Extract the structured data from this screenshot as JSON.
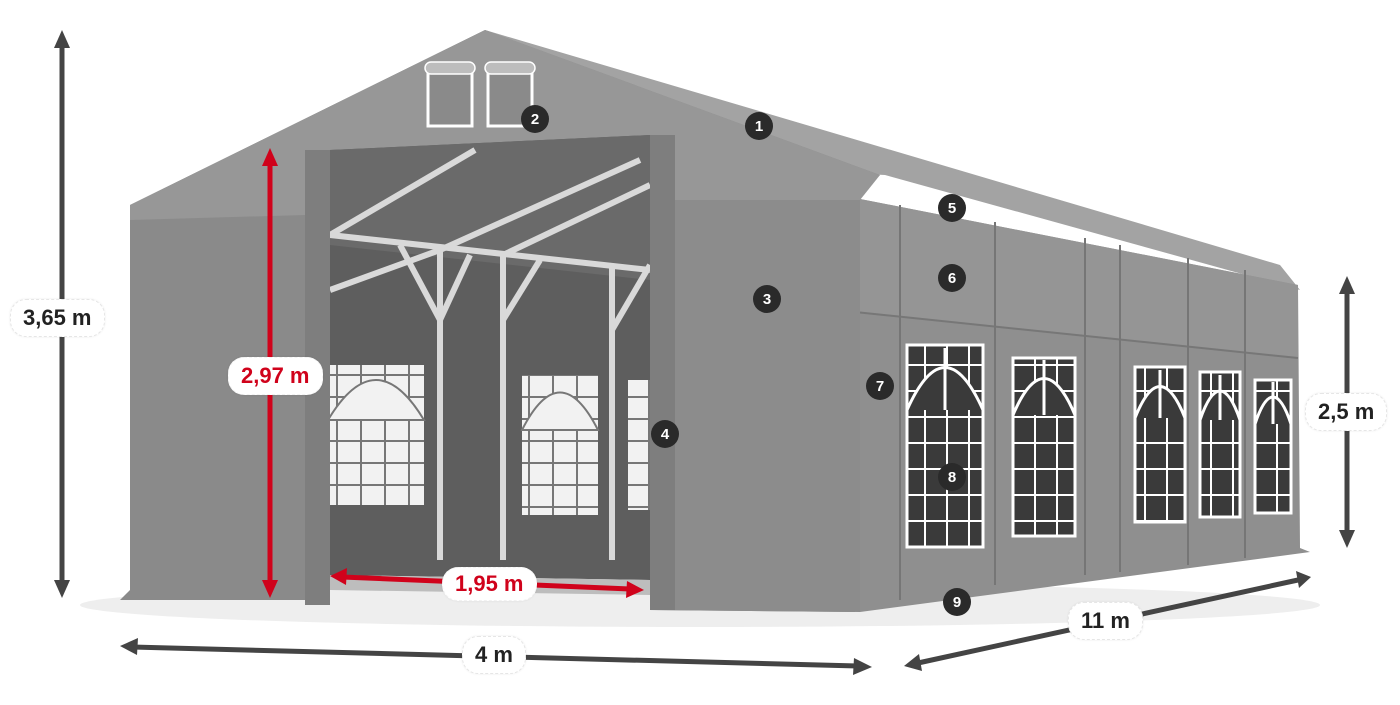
{
  "figure": {
    "subject": "Party tent with arched windows, front and side view",
    "colors": {
      "tent_fabric": "#8c8c8c",
      "tent_fabric_light": "#9a9a9a",
      "tent_roof": "#959595",
      "interior_dark": "#5e5e5e",
      "frame_steel": "#d9d9d9",
      "window_glass": "#3a3a3a",
      "window_frame": "#ffffff",
      "dimension_arrow": "#444444",
      "door_dimension_arrow": "#d0021b",
      "marker_bg": "#2a2a2a",
      "marker_text": "#ffffff"
    }
  },
  "dimensions": {
    "total_height": "3,65 m",
    "door_height": "2,97 m",
    "side_height": "2,5 m",
    "door_width": "1,95 m",
    "width": "4 m",
    "length": "11 m"
  },
  "markers": [
    {
      "number": "1",
      "part": "roof"
    },
    {
      "number": "2",
      "part": "gable-roll-up-window"
    },
    {
      "number": "3",
      "part": "front-gable-wall"
    },
    {
      "number": "4",
      "part": "door-fastener"
    },
    {
      "number": "5",
      "part": "roof-eave"
    },
    {
      "number": "6",
      "part": "side-wall-upper-panel"
    },
    {
      "number": "7",
      "part": "side-wall-panel"
    },
    {
      "number": "8",
      "part": "arched-window"
    },
    {
      "number": "9",
      "part": "ground-skirt"
    }
  ]
}
